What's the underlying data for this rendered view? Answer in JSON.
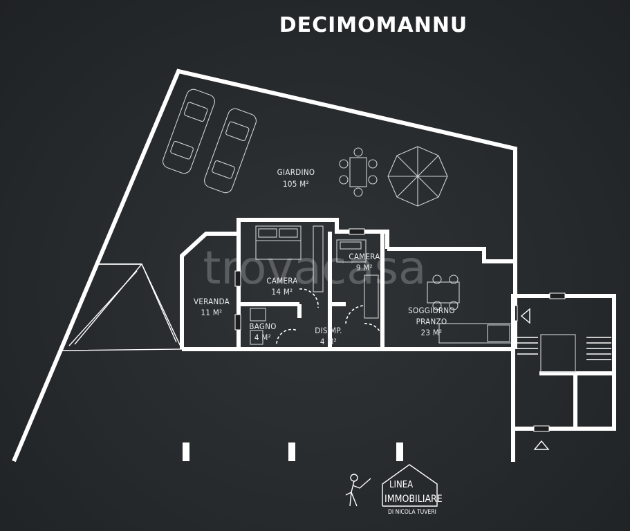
{
  "title": "DECIMOMANNU",
  "watermark": "trovacasa",
  "rooms": [
    {
      "id": "giardino",
      "name": "GIARDINO",
      "area": "105 M²"
    },
    {
      "id": "camera-large",
      "name": "CAMERA",
      "area": "14 M²"
    },
    {
      "id": "camera-small",
      "name": "CAMERA",
      "area": "9 M²"
    },
    {
      "id": "veranda",
      "name": "VERANDA",
      "area": "11 M²"
    },
    {
      "id": "bagno",
      "name": "BAGNO",
      "area": "4 M²"
    },
    {
      "id": "disimp",
      "name": "DISIMP.",
      "area": "4 M²"
    },
    {
      "id": "soggiorno",
      "name": "SOGGIORNO",
      "name2": "PRANZO",
      "area": "23 M²"
    }
  ],
  "logo": {
    "line1": "LINEA",
    "line2": "IMMOBILIARE",
    "line3": "DI NICOLA TUVERI"
  },
  "colors": {
    "background": "#26292b",
    "walls": "#ffffff"
  }
}
